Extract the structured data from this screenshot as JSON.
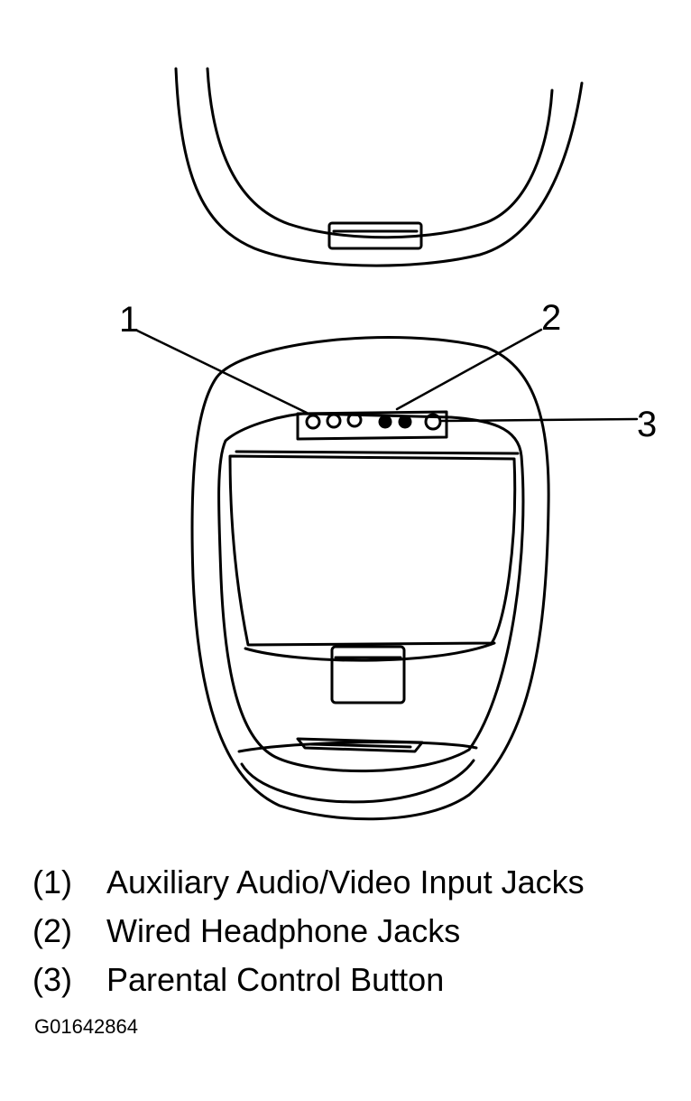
{
  "callouts": [
    {
      "number": "1"
    },
    {
      "number": "2"
    },
    {
      "number": "3"
    }
  ],
  "legend": [
    {
      "key": "(1)",
      "text": "Auxiliary Audio/Video Input Jacks"
    },
    {
      "key": "(2)",
      "text": "Wired Headphone Jacks"
    },
    {
      "key": "(3)",
      "text": "Parental Control Button"
    }
  ],
  "figure_id": "G01642864"
}
